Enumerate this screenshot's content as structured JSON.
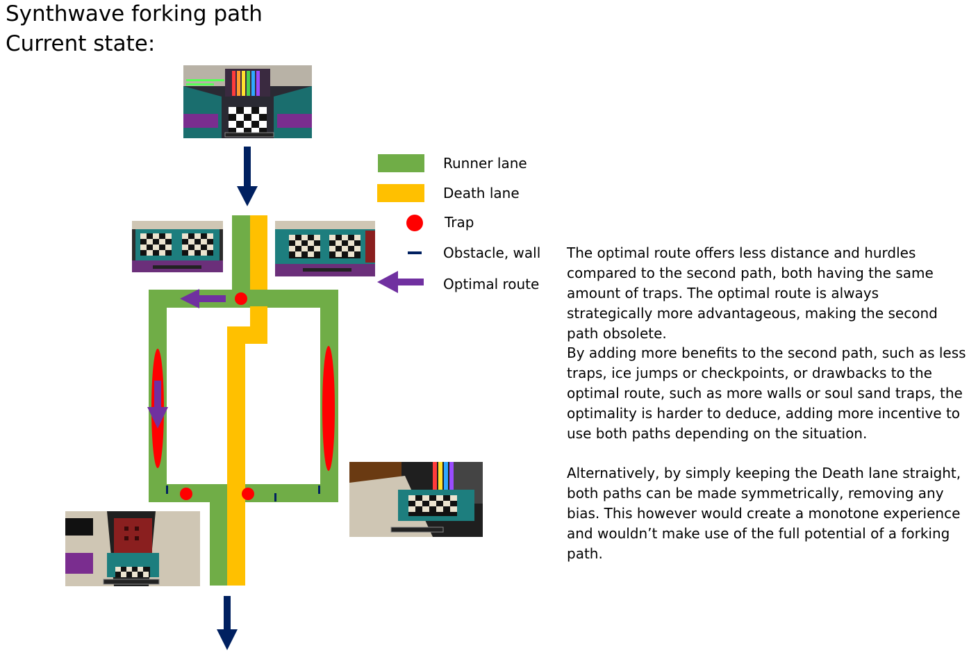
{
  "title": {
    "line1": "Synthwave forking path",
    "line2": "Current state:"
  },
  "legend": [
    {
      "label": "Runner lane",
      "color": "#70ad47",
      "symbol": "rect"
    },
    {
      "label": "Death lane",
      "color": "#ffc000",
      "symbol": "rect"
    },
    {
      "label": "Trap",
      "color": "#ff0000",
      "symbol": "circle"
    },
    {
      "label": "Obstacle, wall",
      "color": "#002060",
      "symbol": "dash"
    },
    {
      "label": "Optimal route",
      "color": "#7030a0",
      "symbol": "arrow"
    }
  ],
  "description": [
    "The optimal route offers less distance and hurdles compared to the second path, both having the same amount of traps. The optimal route is always strategically more advantageous, making the second path obsolete.",
    "By adding more benefits to the second path, such as less traps, ice jumps or checkpoints, or drawbacks to the optimal route, such as more walls or soul sand traps, the optimality is harder to deduce, adding more incentive to use both paths depending on the situation.",
    "Alternatively, by simply keeping the Death lane straight, both paths can be made symmetrically, removing any bias. This however would create a monotone experience and wouldn’t make use of the full potential of a forking path."
  ],
  "colors": {
    "runner": "#70ad47",
    "death": "#ffc000",
    "trap": "#ff0000",
    "obstacle": "#002060",
    "optimal": "#7030a0",
    "flow_arrow": "#002060"
  }
}
